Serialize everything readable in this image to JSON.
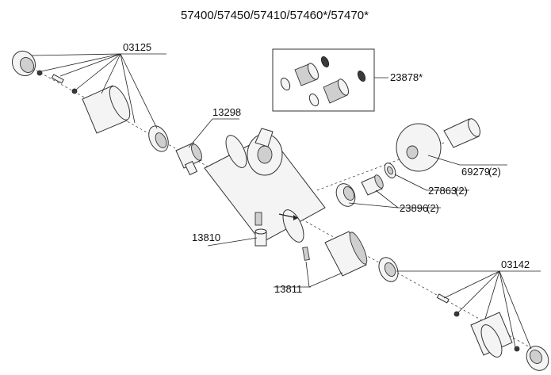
{
  "title": "57400/57450/57410/57460*/57470*",
  "labels": {
    "p03125": "03125",
    "p23878": "23878*",
    "p13298": "13298",
    "p69279": "69279",
    "p69279_qty": "(2)",
    "p27863": "27863",
    "p27863_qty": "(2)",
    "p23896": "23896",
    "p23896_qty": "(2)",
    "p13810": "13810",
    "p13811": "13811",
    "p03142": "03142"
  }
}
